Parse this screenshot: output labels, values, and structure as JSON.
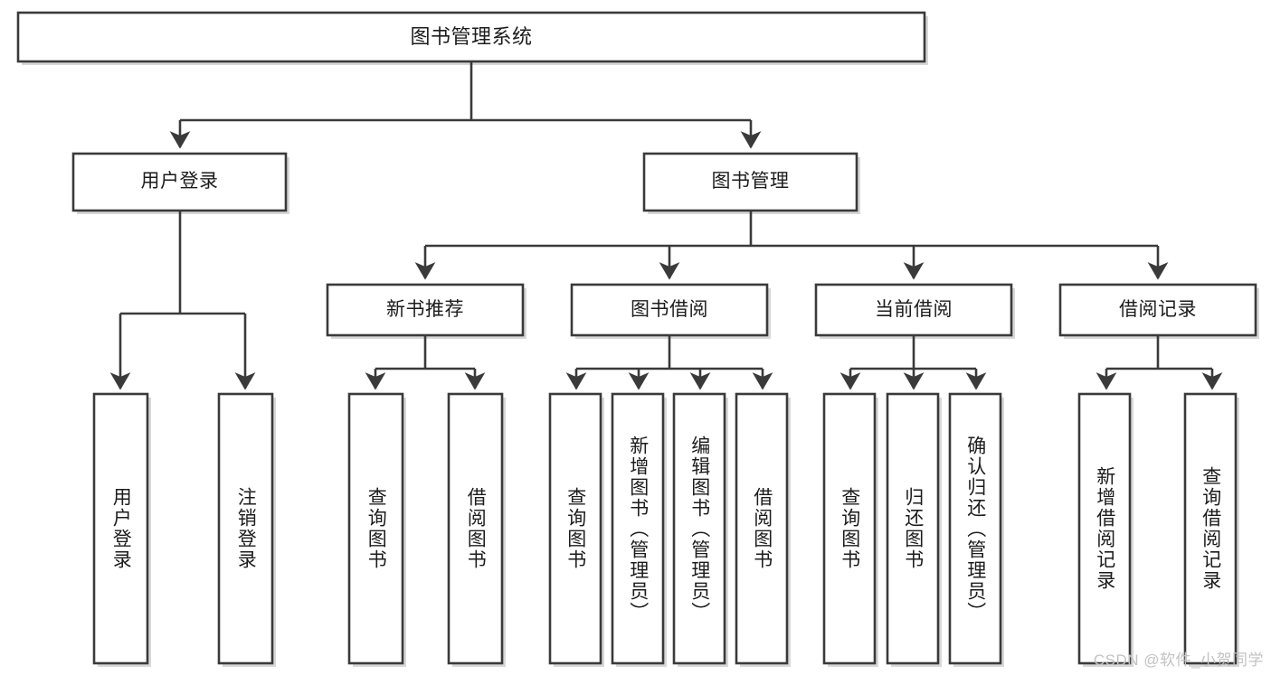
{
  "diagram": {
    "type": "tree",
    "title": "图书管理系统",
    "colors": {
      "stroke": "#3a3a3a",
      "fill": "#ffffff",
      "text": "#1c1c1c",
      "watermark": "#c2c2c2",
      "background": "#ffffff"
    },
    "root": {
      "label": "图书管理系统"
    },
    "level2": [
      {
        "label": "用户登录"
      },
      {
        "label": "图书管理"
      }
    ],
    "level3": [
      {
        "label": "新书推荐"
      },
      {
        "label": "图书借阅"
      },
      {
        "label": "当前借阅"
      },
      {
        "label": "借阅记录"
      }
    ],
    "leaves": {
      "user_login": [
        {
          "label": "用户登录"
        },
        {
          "label": "注销登录"
        }
      ],
      "new_book_recommend": [
        {
          "label": "查询图书"
        },
        {
          "label": "借阅图书"
        }
      ],
      "book_borrow": [
        {
          "label": "查询图书"
        },
        {
          "label": "新增图书（管理员）"
        },
        {
          "label": "编辑图书（管理员）"
        },
        {
          "label": "借阅图书"
        }
      ],
      "current_borrow": [
        {
          "label": "查询图书"
        },
        {
          "label": "归还图书"
        },
        {
          "label": "确认归还（管理员）"
        }
      ],
      "borrow_records": [
        {
          "label": "新增借阅记录"
        },
        {
          "label": "查询借阅记录"
        }
      ]
    },
    "watermark": "CSDN @软件_小贺同学"
  }
}
